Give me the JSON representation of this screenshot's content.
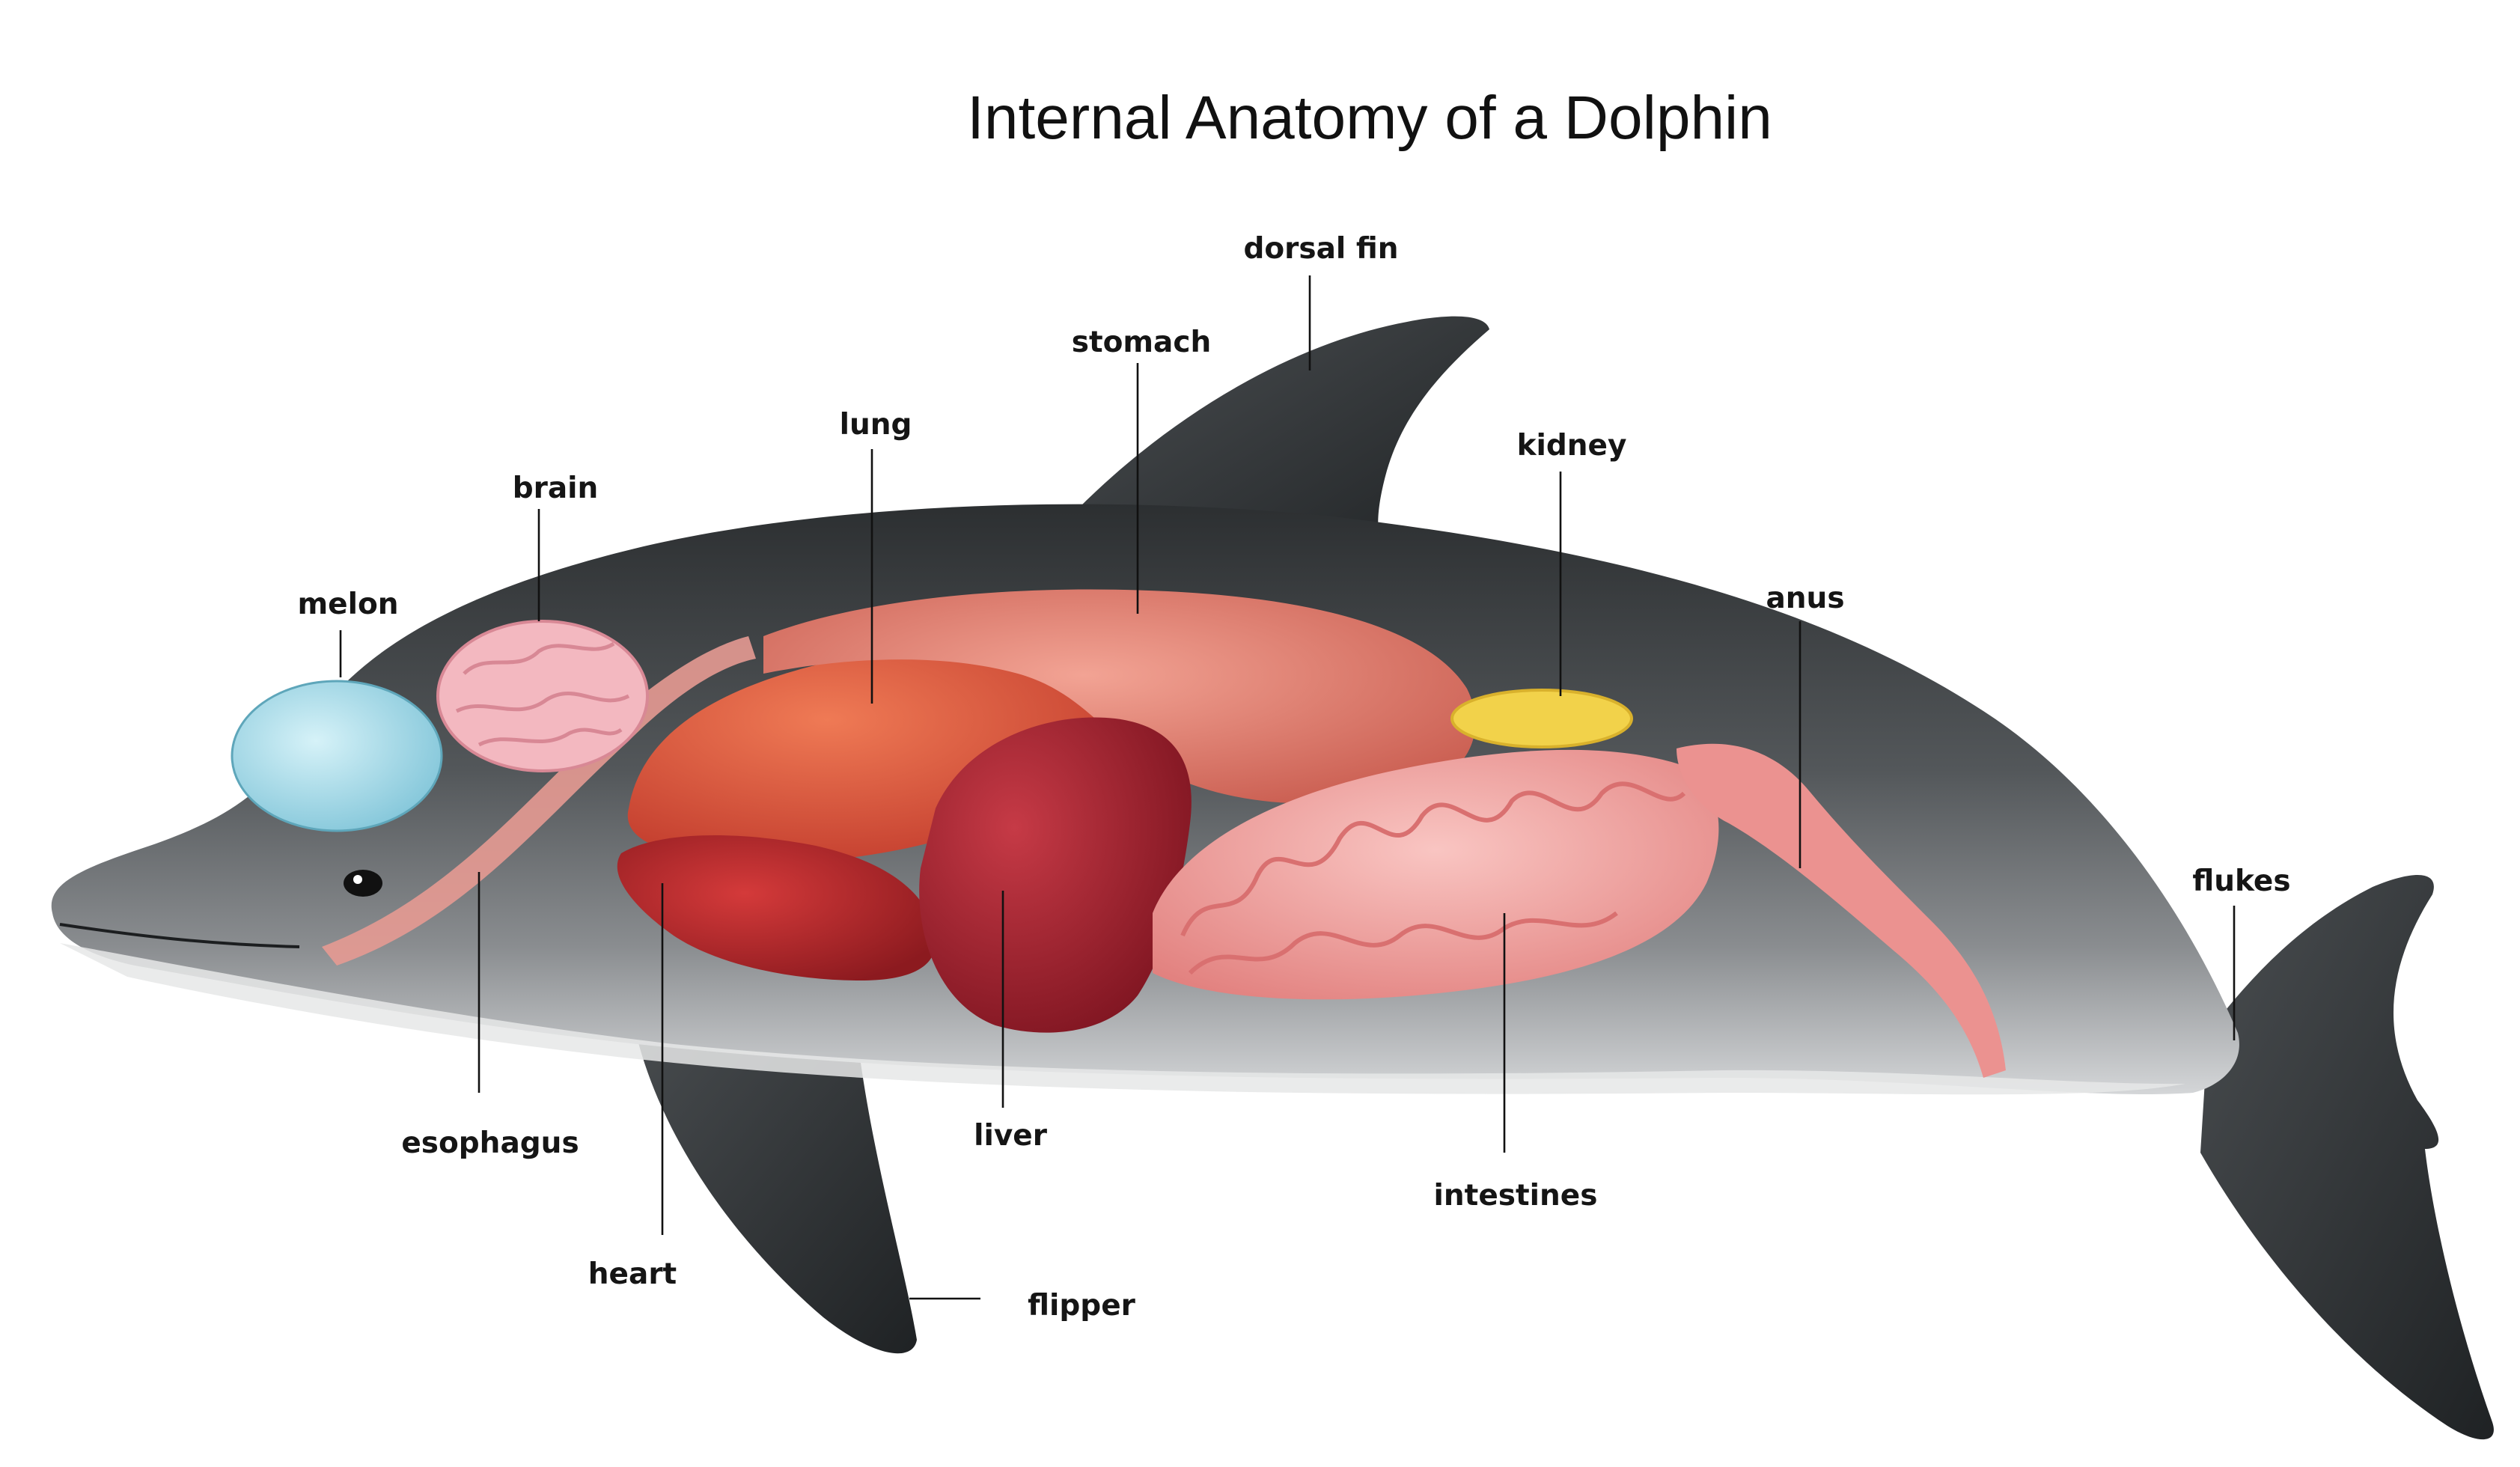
{
  "title": "Internal Anatomy of a Dolphin",
  "colors": {
    "body_dark": "#3a3d40",
    "body_mid": "#6a6e72",
    "belly": "#c9cbcd",
    "melon": "#8fd0e0",
    "brain": "#f3b8c0",
    "lung": "#d9533a",
    "stomach": "#e57f70",
    "heart": "#b8252c",
    "liver": "#a5222f",
    "kidney": "#f2d24a",
    "intestines": "#f2a3a3",
    "esophagus": "#e59a92"
  },
  "labels": {
    "melon": "melon",
    "brain": "brain",
    "lung": "lung",
    "stomach": "stomach",
    "dorsal_fin": "dorsal fin",
    "kidney": "kidney",
    "anus": "anus",
    "flukes": "flukes",
    "esophagus": "esophagus",
    "heart": "heart",
    "liver": "liver",
    "flipper": "flipper",
    "intestines": "intestines"
  }
}
